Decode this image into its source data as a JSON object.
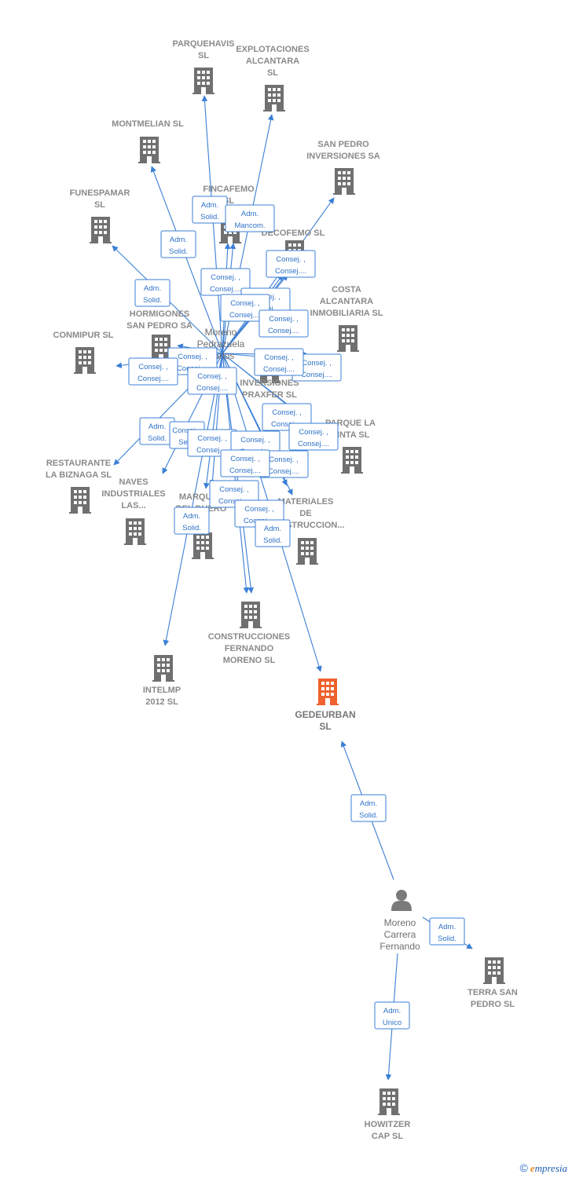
{
  "colors": {
    "edge": "#3b7fd6",
    "building": "#707070",
    "focus_building": "#f0622d",
    "person": "#7a7a7a"
  },
  "focus_company": {
    "lines": [
      "GEDEURBAN",
      "SL"
    ],
    "icon": "building-icon"
  },
  "persons": [
    {
      "id": "moreno_pedrazuela",
      "lines": [
        "Moreno",
        "Pedrazuela",
        "Carlos"
      ]
    },
    {
      "id": "moreno_carrera",
      "lines": [
        "Moreno",
        "Carrera",
        "Fernando"
      ],
      "icon": "person-icon"
    }
  ],
  "companies": [
    {
      "id": "parquehavis",
      "lines": [
        "PARQUEHAVIS",
        "SL"
      ]
    },
    {
      "id": "explotaciones",
      "lines": [
        "EXPLOTACIONES",
        "ALCANTARA",
        "SL"
      ]
    },
    {
      "id": "montmelian",
      "lines": [
        "MONTMELIAN SL"
      ]
    },
    {
      "id": "sanpedro_inv",
      "lines": [
        "SAN PEDRO",
        "INVERSIONES SA"
      ]
    },
    {
      "id": "funespamar",
      "lines": [
        "FUNESPAMAR",
        "SL"
      ]
    },
    {
      "id": "fincafemo",
      "lines": [
        "FINCAFEMO",
        "SL"
      ]
    },
    {
      "id": "decofemo",
      "lines": [
        "DECOFEMO SL"
      ]
    },
    {
      "id": "costa",
      "lines": [
        "COSTA",
        "ALCANTARA",
        "INMOBILIARIA SL"
      ]
    },
    {
      "id": "hormigones",
      "lines": [
        "HORMIGONES",
        "SAN PEDRO SA"
      ]
    },
    {
      "id": "conmipur",
      "lines": [
        "CONMIPUR SL"
      ]
    },
    {
      "id": "praxfer",
      "lines": [
        "INVERSIONES",
        "PRAXFER SL"
      ]
    },
    {
      "id": "parquelapinta",
      "lines": [
        "PARQUE LA",
        "PINTA  SL"
      ]
    },
    {
      "id": "restaurante",
      "lines": [
        "RESTAURANTE",
        "LA BIZNAGA SL"
      ]
    },
    {
      "id": "naves",
      "lines": [
        "NAVES",
        "INDUSTRIALES",
        "LAS..."
      ]
    },
    {
      "id": "marques",
      "lines": [
        "MARQUES",
        "DEL DUERO",
        "SL"
      ]
    },
    {
      "id": "materiales",
      "lines": [
        "MATERIALES",
        "DE",
        "CONSTRUCCION..."
      ]
    },
    {
      "id": "construcciones",
      "lines": [
        "CONSTRUCCIONES",
        "FERNANDO",
        "MORENO SL"
      ]
    },
    {
      "id": "intelmp",
      "lines": [
        "INTELMP",
        "2012 SL"
      ]
    },
    {
      "id": "terra",
      "lines": [
        "TERRA SAN",
        "PEDRO  SL"
      ]
    },
    {
      "id": "howitzer",
      "lines": [
        "HOWITZER",
        "CAP  SL"
      ]
    }
  ],
  "roles": [
    {
      "id": "r_parquehavis",
      "lines": [
        "Adm.",
        "Solid."
      ]
    },
    {
      "id": "r_explot",
      "lines": [
        "Adm.",
        "Mancom."
      ]
    },
    {
      "id": "r_montmelian",
      "lines": [
        "Adm.",
        "Solid."
      ]
    },
    {
      "id": "r_funespamar",
      "lines": [
        "Adm.",
        "Solid."
      ]
    },
    {
      "id": "r_fincafemo",
      "lines": [
        "Consej. ,",
        "Consej...."
      ]
    },
    {
      "id": "r_sanpedro",
      "lines": [
        "Consej. ,",
        "Consej...."
      ]
    },
    {
      "id": "r_decofemo_a",
      "lines": [
        "Consej. ,",
        "Consej...."
      ]
    },
    {
      "id": "r_decofemo_b",
      "lines": [
        "Consej. ,",
        "Consej...."
      ]
    },
    {
      "id": "r_decofemo_c",
      "lines": [
        "Consej. ,",
        "Consej...."
      ]
    },
    {
      "id": "r_hormigones",
      "lines": [
        "Consej. ,",
        "Consej...."
      ]
    },
    {
      "id": "r_conmipur",
      "lines": [
        "Consej. ,",
        "Consej...."
      ]
    },
    {
      "id": "r_praxfer_a",
      "lines": [
        "Consej. ,",
        "Consej...."
      ]
    },
    {
      "id": "r_costa",
      "lines": [
        "Consej. ,",
        "Consej...."
      ]
    },
    {
      "id": "r_praxfer_b",
      "lines": [
        "Consej. ,",
        "Consej...."
      ]
    },
    {
      "id": "r_parquelapinta_a",
      "lines": [
        "Consej. ,",
        "Consej...."
      ]
    },
    {
      "id": "r_parquelapinta_b",
      "lines": [
        "Consej. ,",
        "Consej...."
      ]
    },
    {
      "id": "r_restaurante",
      "lines": [
        "Adm.",
        "Solid."
      ]
    },
    {
      "id": "r_naves",
      "lines": [
        "Consej. ,",
        "Secr."
      ]
    },
    {
      "id": "r_marques_a",
      "lines": [
        "Consej. ,",
        "Consej...."
      ]
    },
    {
      "id": "r_materiales_a",
      "lines": [
        "Consej. ,",
        "Consej...."
      ]
    },
    {
      "id": "r_materiales_b",
      "lines": [
        "Consej. ,",
        "Consej...."
      ]
    },
    {
      "id": "r_materiales_c",
      "lines": [
        "Consej. ,",
        "Consej...."
      ]
    },
    {
      "id": "r_construcciones",
      "lines": [
        "Consej. ,",
        "Consej...."
      ]
    },
    {
      "id": "r_construcciones_b",
      "lines": [
        "Consej. ,",
        "Consej...."
      ]
    },
    {
      "id": "r_intelmp",
      "lines": [
        "Adm.",
        "Solid."
      ]
    },
    {
      "id": "r_gedeurban_a",
      "lines": [
        "Adm.",
        "Solid."
      ]
    },
    {
      "id": "r_gedeurban_b",
      "lines": [
        "Adm.",
        "Solid."
      ]
    },
    {
      "id": "r_terra",
      "lines": [
        "Adm.",
        "Solid."
      ]
    },
    {
      "id": "r_howitzer",
      "lines": [
        "Adm.",
        "Unico"
      ]
    }
  ],
  "footer": {
    "copyright": "©",
    "brand_initial": "e",
    "brand_rest": "mpresia"
  }
}
